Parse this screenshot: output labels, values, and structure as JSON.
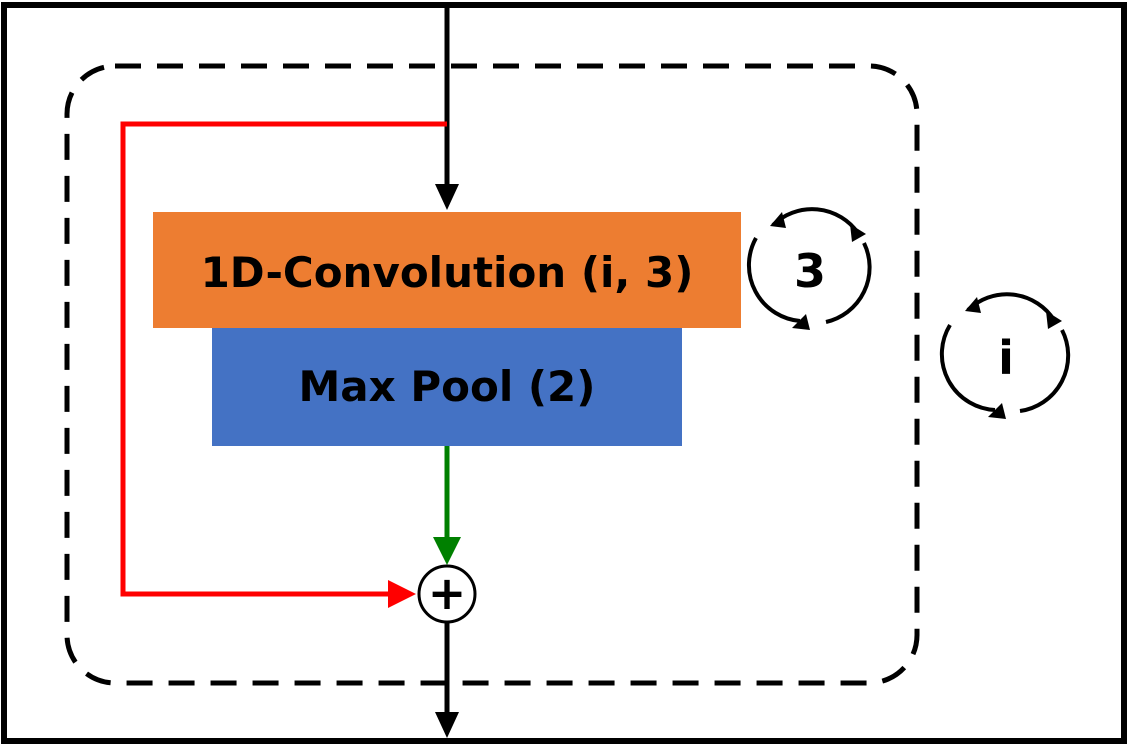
{
  "blocks": {
    "conv": {
      "label": "1D-Convolution (i, 3)",
      "color": "#ED7D31"
    },
    "pool": {
      "label": "Max Pool (2)",
      "color": "#4472C4"
    }
  },
  "loops": {
    "inner": {
      "label": "3"
    },
    "outer": {
      "label": "i"
    }
  },
  "sum_node": {
    "symbol": "+"
  },
  "colors": {
    "main_flow": "#000000",
    "skip_connection": "#FF0000",
    "block_output": "#008000",
    "frame": "#000000",
    "dashed_group": "#000000"
  }
}
